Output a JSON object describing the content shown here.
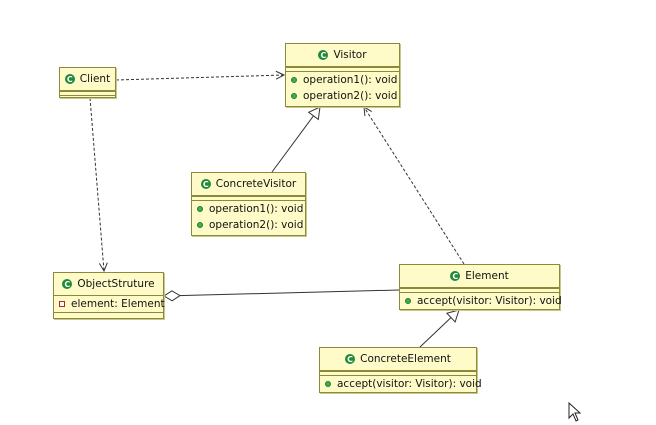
{
  "diagram": {
    "classes": {
      "visitor": {
        "name": "Visitor",
        "methods": [
          "operation1(): void",
          "operation2(): void"
        ]
      },
      "client": {
        "name": "Client"
      },
      "concrete_visitor": {
        "name": "ConcreteVisitor",
        "methods": [
          "operation1(): void",
          "operation2(): void"
        ]
      },
      "object_structure": {
        "name": "ObjectStruture",
        "fields": [
          "element: Element"
        ]
      },
      "element": {
        "name": "Element",
        "methods": [
          "accept(visitor: Visitor): void"
        ]
      },
      "concrete_element": {
        "name": "ConcreteElement",
        "methods": [
          "accept(visitor: Visitor): void"
        ]
      }
    },
    "icon_letter": "C",
    "relations": [
      {
        "from": "Client",
        "to": "Visitor",
        "kind": "dependency"
      },
      {
        "from": "Client",
        "to": "ObjectStruture",
        "kind": "dependency"
      },
      {
        "from": "ConcreteVisitor",
        "to": "Visitor",
        "kind": "realization"
      },
      {
        "from": "Element",
        "to": "Visitor",
        "kind": "dependency"
      },
      {
        "from": "ObjectStruture",
        "to": "Element",
        "kind": "aggregation"
      },
      {
        "from": "ConcreteElement",
        "to": "Element",
        "kind": "realization"
      }
    ]
  },
  "colors": {
    "class_fill": "#fffbc9",
    "class_border": "#8a8a3a",
    "class_icon": "#1e8a3a",
    "method_dot": "#3fae4a",
    "field_marker": "#c02020",
    "connector": "#333333"
  }
}
